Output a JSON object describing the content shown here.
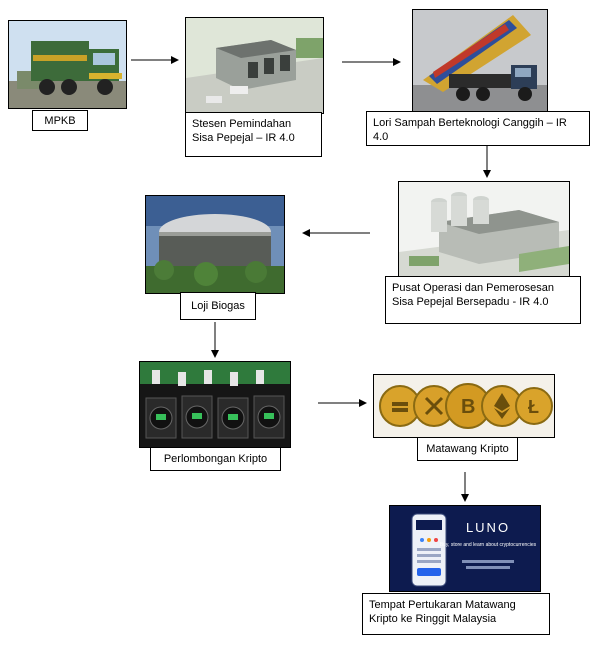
{
  "nodes": {
    "mpkb": {
      "label": "MPKB",
      "picture": "garbage-truck"
    },
    "transfer_station": {
      "label": "Stesen Pemindahan Sisa Pepejal – IR 4.0",
      "picture": "transfer-station-building"
    },
    "smart_truck": {
      "label": "Lori Sampah Berteknologi Canggih – IR 4.0",
      "picture": "dump-truck-tipping"
    },
    "operations_center": {
      "label": "Pusat Operasi dan Pemerosesan Sisa Pepejal Bersepadu - IR 4.0",
      "picture": "processing-plant"
    },
    "biogas": {
      "label": "Loji Biogas",
      "picture": "biogas-dome"
    },
    "crypto_mining": {
      "label": "Perlombongan Kripto",
      "picture": "mining-rigs"
    },
    "crypto_currency": {
      "label": "Matawang Kripto",
      "picture": "crypto-coins"
    },
    "exchange": {
      "label": "Tempat Pertukaran Matawang Kripto ke Ringgit Malaysia",
      "picture": "luno-ad",
      "brand": "LUNO",
      "tagline": "Buy, store and learn about cryptocurrencies"
    }
  },
  "colors": {
    "arrow": "#000000",
    "box_border": "#000000",
    "luno_bg": "#0d1b4f"
  }
}
